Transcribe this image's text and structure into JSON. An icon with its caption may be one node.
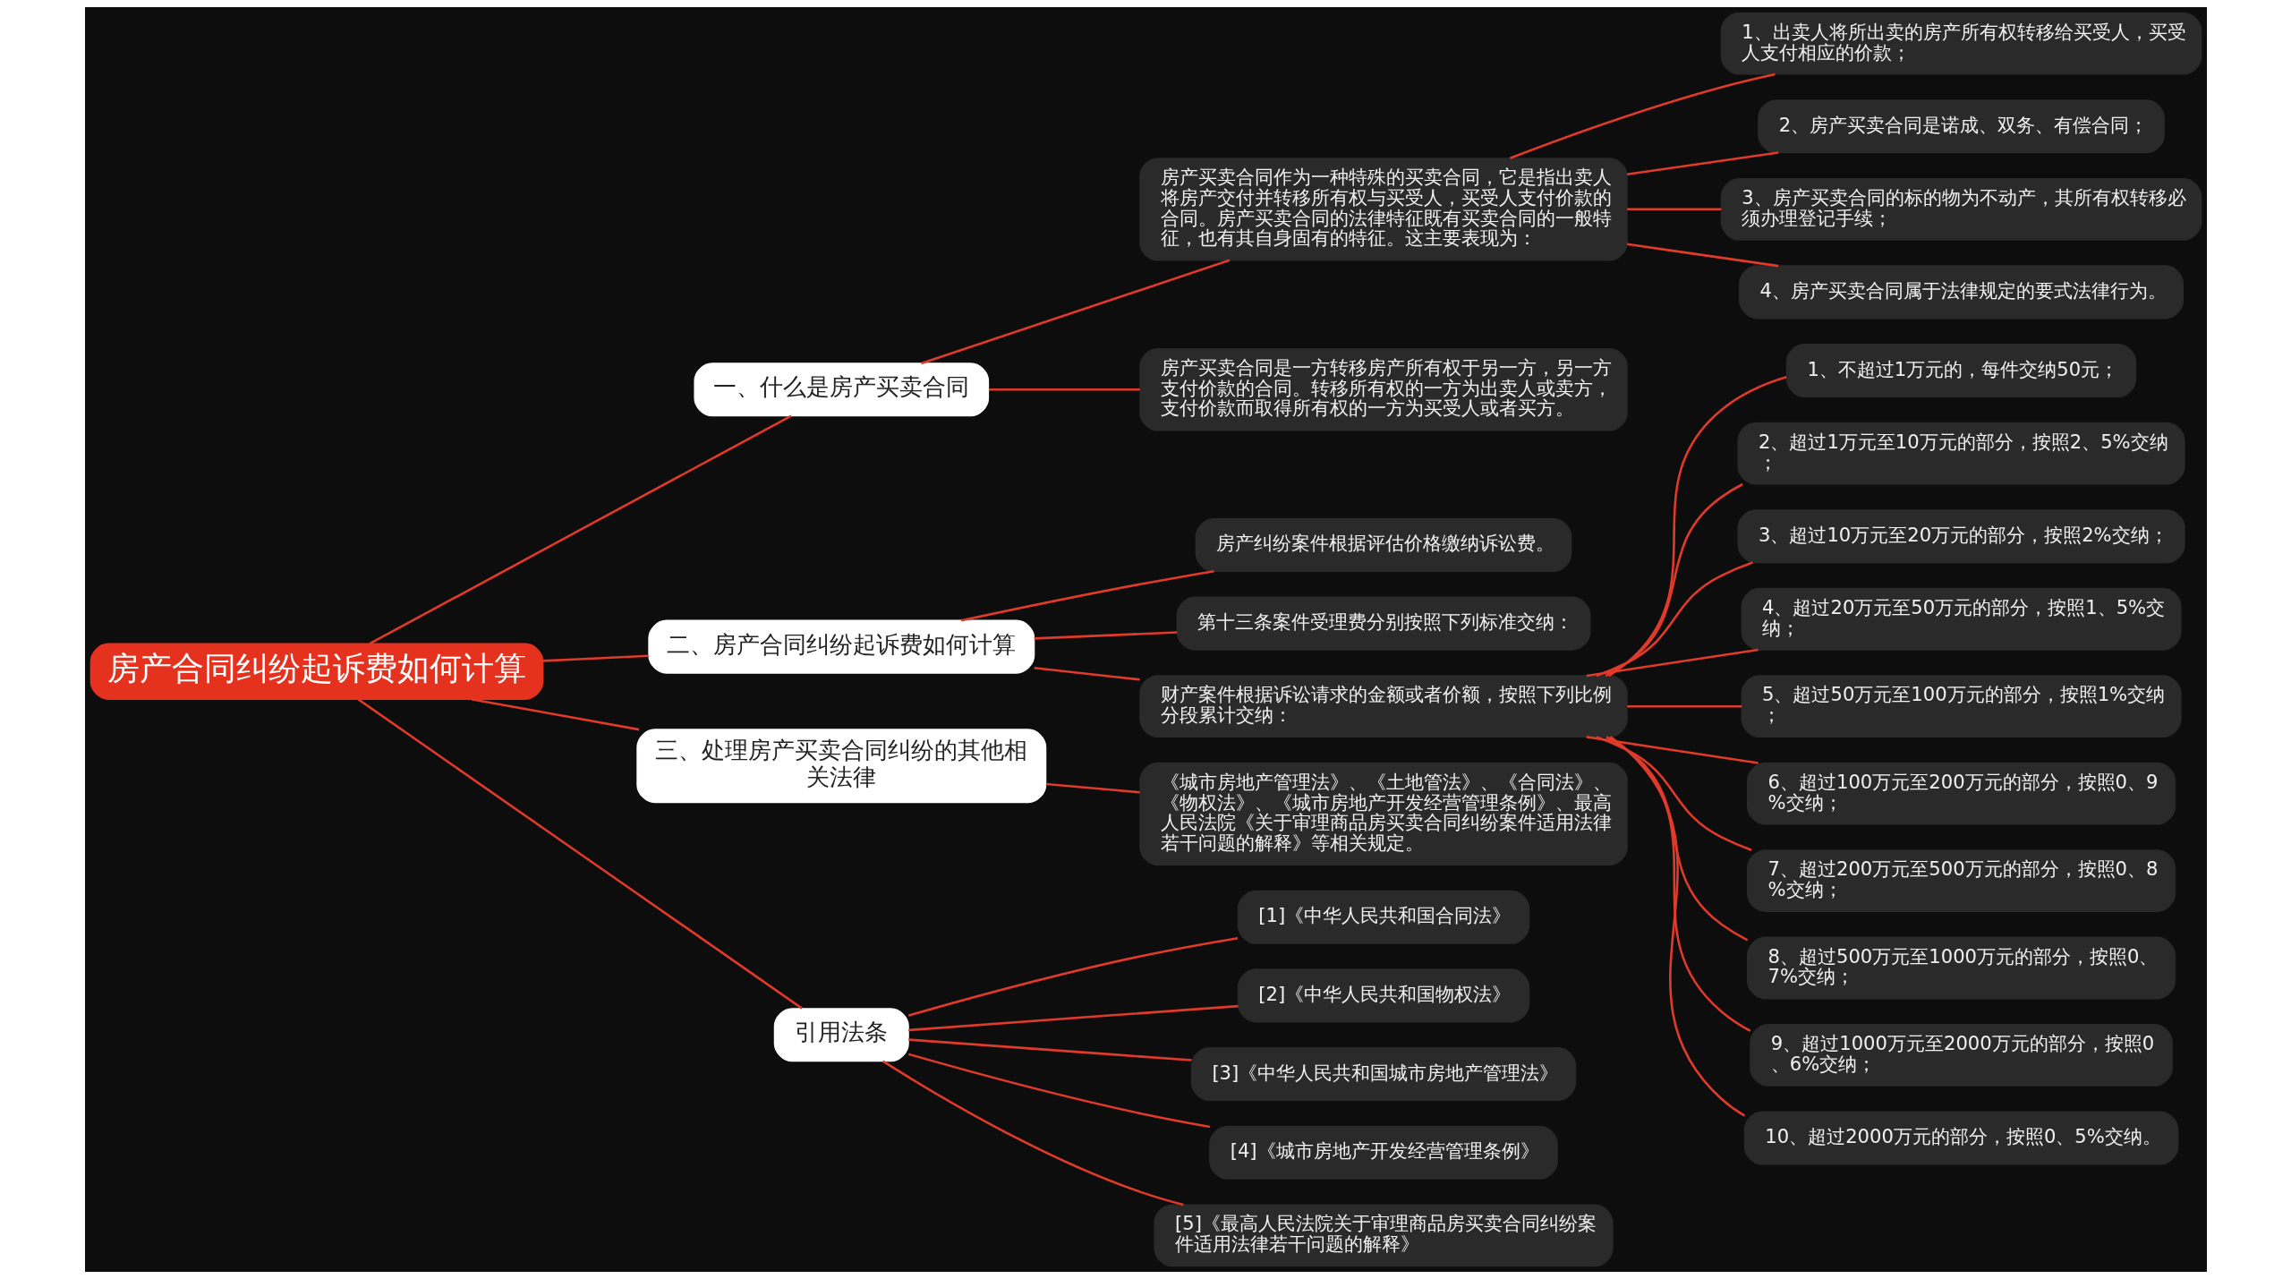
{
  "diagram": {
    "nodes": [
      {
        "text": [
          "房产合同纠纷起诉费如何计算"
        ]
      },
      {
        "text": [
          "一、什么是房产买卖合同"
        ]
      },
      {
        "text": [
          "房产买卖合同作为一种特殊的买卖合同，它是指出卖人将房产交付并转移所有权与买受人，买受人支付价款的合同。房产买卖合同的法律特征既有买卖合同的一般特征，也有其自身固有的特征。这主要表现为："
        ]
      },
      {
        "text": [
          "1、出卖人将所出卖的房产所有权转移给买受人，买受人支付相应的价款；"
        ]
      },
      {
        "text": [
          "2、房产买卖合同是诺成、双务、有偿合同；"
        ]
      },
      {
        "text": [
          "3、房产买卖合同的标的物为不动产，其所有权转移必须办理登记手续；"
        ]
      },
      {
        "text": [
          "4、房产买卖合同属于法律规定的要式法律行为。"
        ]
      },
      {
        "text": [
          "房产买卖合同是一方转移房产所有权于另一方，另一方支付价款的合同。转移所有权的一方为出卖人或卖方，支付价款而取得所有权的一方为买受人或者买方。"
        ]
      },
      {
        "text": [
          "二、房产合同纠纷起诉费如何计算"
        ]
      },
      {
        "text": [
          "房产纠纷案件根据评估价格缴纳诉讼费。"
        ]
      },
      {
        "text": [
          "第十三条案件受理费分别按照下列标准交纳："
        ]
      },
      {
        "text": [
          "财产案件根据诉讼请求的金额或者价额，按照下列比例分段累计交纳："
        ]
      },
      {
        "text": [
          "1、不超过1万元的，每件交纳50元；"
        ]
      },
      {
        "text": [
          "2、超过1万元至10万元的部分，按照2、5%交纳；"
        ]
      },
      {
        "text": [
          "3、超过10万元至20万元的部分，按照2%交纳；"
        ]
      },
      {
        "text": [
          "4、超过20万元至50万元的部分，按照1、5%交纳；"
        ]
      },
      {
        "text": [
          "5、超过50万元至100万元的部分，按照1%交纳；"
        ]
      },
      {
        "text": [
          "6、超过100万元至200万元的部分，按照0、9%交纳；"
        ]
      },
      {
        "text": [
          "7、超过200万元至500万元的部分，按照0、8%交纳；"
        ]
      },
      {
        "text": [
          "8、超过500万元至1000万元的部分，按照0、7%交纳；"
        ]
      },
      {
        "text": [
          "9、超过1000万元至2000万元的部分，按照0、6%交纳；"
        ]
      },
      {
        "text": [
          "10、超过2000万元的部分，按照0、5%交纳。"
        ]
      },
      {
        "text": [
          "三、处理房产买卖合同纠纷的其他相关法律"
        ]
      },
      {
        "text": [
          "《城市房地产管理法》、《土地管法》、《合同法》、《物权法》、《城市房地产开发经营管理条例》、最高人民法院《关于审理商品房买卖合同纠纷案件适用法律若干问题的解释》等相关规定。"
        ]
      },
      {
        "text": [
          "引用法条"
        ]
      },
      {
        "text": [
          "[1]《中华人民共和国合同法》"
        ]
      },
      {
        "text": [
          "[2]《中华人民共和国物权法》"
        ]
      },
      {
        "text": [
          "[3]《中华人民共和国城市房地产管理法》"
        ]
      },
      {
        "text": [
          "[4]《城市房地产开发经营管理条例》"
        ]
      },
      {
        "text": [
          "[5]《最高人民法院关于审理商品房买卖合同纠纷案件适用法律若干问题的解释》"
        ]
      }
    ],
    "edges": [
      {
        "from": 0,
        "to": 1,
        "arrow": "none"
      },
      {
        "from": 1,
        "to": 2,
        "arrow": "none"
      },
      {
        "from": 2,
        "to": 3,
        "arrow": "none"
      },
      {
        "from": 2,
        "to": 4,
        "arrow": "none"
      },
      {
        "from": 2,
        "to": 5,
        "arrow": "none"
      },
      {
        "from": 2,
        "to": 6,
        "arrow": "none"
      },
      {
        "from": 1,
        "to": 7,
        "arrow": "none"
      },
      {
        "from": 0,
        "to": 8,
        "arrow": "none"
      },
      {
        "from": 8,
        "to": 9,
        "arrow": "none"
      },
      {
        "from": 8,
        "to": 10,
        "arrow": "none"
      },
      {
        "from": 8,
        "to": 11,
        "arrow": "none"
      },
      {
        "from": 11,
        "to": 12,
        "arrow": "none"
      },
      {
        "from": 11,
        "to": 13,
        "arrow": "none"
      },
      {
        "from": 11,
        "to": 14,
        "arrow": "none"
      },
      {
        "from": 11,
        "to": 15,
        "arrow": "none"
      },
      {
        "from": 11,
        "to": 16,
        "arrow": "none"
      },
      {
        "from": 11,
        "to": 17,
        "arrow": "none"
      },
      {
        "from": 11,
        "to": 18,
        "arrow": "none"
      },
      {
        "from": 11,
        "to": 19,
        "arrow": "none"
      },
      {
        "from": 11,
        "to": 20,
        "arrow": "none"
      },
      {
        "from": 11,
        "to": 21,
        "arrow": "none"
      },
      {
        "from": 0,
        "to": 22,
        "arrow": "none"
      },
      {
        "from": 22,
        "to": 23,
        "arrow": "none"
      },
      {
        "from": 0,
        "to": 24,
        "arrow": "none"
      },
      {
        "from": 24,
        "to": 25,
        "arrow": "none"
      },
      {
        "from": 24,
        "to": 26,
        "arrow": "none"
      },
      {
        "from": 24,
        "to": 27,
        "arrow": "none"
      },
      {
        "from": 24,
        "to": 28,
        "arrow": "none"
      },
      {
        "from": 24,
        "to": 29,
        "arrow": "none"
      }
    ]
  }
}
